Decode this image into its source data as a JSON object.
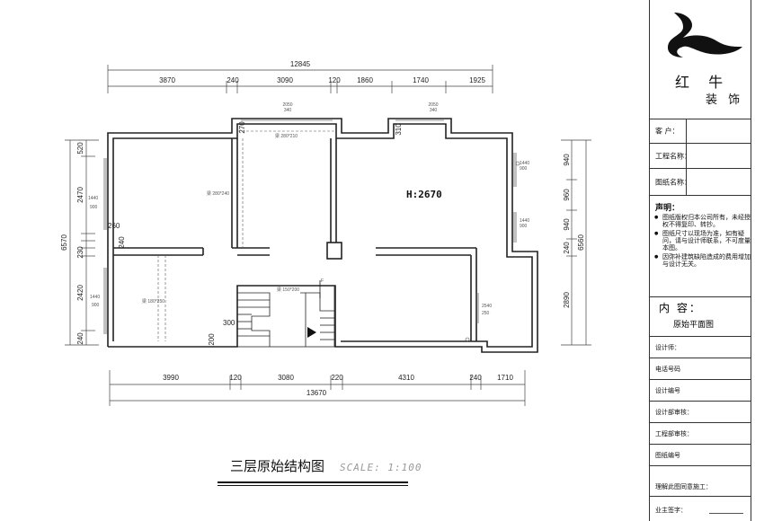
{
  "plan": {
    "height_label": "H:2670",
    "top_dims": {
      "total": "12845",
      "segments": [
        "3870",
        "240",
        "3090",
        "120",
        "1860",
        "1740",
        "1925"
      ]
    },
    "bottom_dims": {
      "total": "13670",
      "segments": [
        "3990",
        "120",
        "3080",
        "220",
        "4310",
        "240",
        "1710"
      ]
    },
    "left_dims": {
      "total": "6570",
      "segments": [
        "520",
        "2470",
        "260",
        "240",
        "230",
        "2420",
        "300",
        "240"
      ]
    },
    "right_dims": {
      "total": "6560",
      "segments": [
        "940",
        "960",
        "940",
        "240",
        "2890"
      ]
    },
    "small_labels": {
      "wall_270": "270",
      "wall_310": "310",
      "wall_200": "200",
      "win_top_left": [
        "2050",
        "340"
      ],
      "win_top_right": [
        "2050",
        "340"
      ],
      "win_left_1": [
        "1440",
        "900"
      ],
      "win_left_2": [
        "1440",
        "900"
      ],
      "win_right_1": [
        "1440",
        "900"
      ],
      "win_right_2": [
        "1440",
        "900"
      ],
      "win_right_3": [
        "2540",
        "250"
      ],
      "beam_1": "梁 280*210",
      "beam_2": "梁 280*240",
      "beam_3": "梁 180*250",
      "beam_4": "梁 150*200",
      "stair_mark": "F"
    }
  },
  "panel": {
    "brand_line1": "红 牛",
    "brand_line2": "装 饰",
    "client_label": "客 户：",
    "project_label": "工程名称：",
    "drawing_label": "图纸名称：",
    "notes_title": "声明：",
    "notes": [
      "图纸版权归本公司所有，未经授权不得复印、转抄。",
      "图纸尺寸以现场为准，如有疑问，请与设计师联系，不可度量本图。",
      "因弥补建筑缺陷造成的费用增加与设计无关。"
    ],
    "content_title": "内 容：",
    "content_value": "原始平面图",
    "sign_rows": [
      "设计师：",
      "电话号码",
      "设计编号",
      "设计部审核：",
      "工程部审核：",
      "图纸编号"
    ],
    "footer_rows": [
      "理解此图同意施工：",
      "业主签字："
    ]
  },
  "title": {
    "main": "三层原始结构图",
    "scale": "SCALE: 1:100"
  }
}
